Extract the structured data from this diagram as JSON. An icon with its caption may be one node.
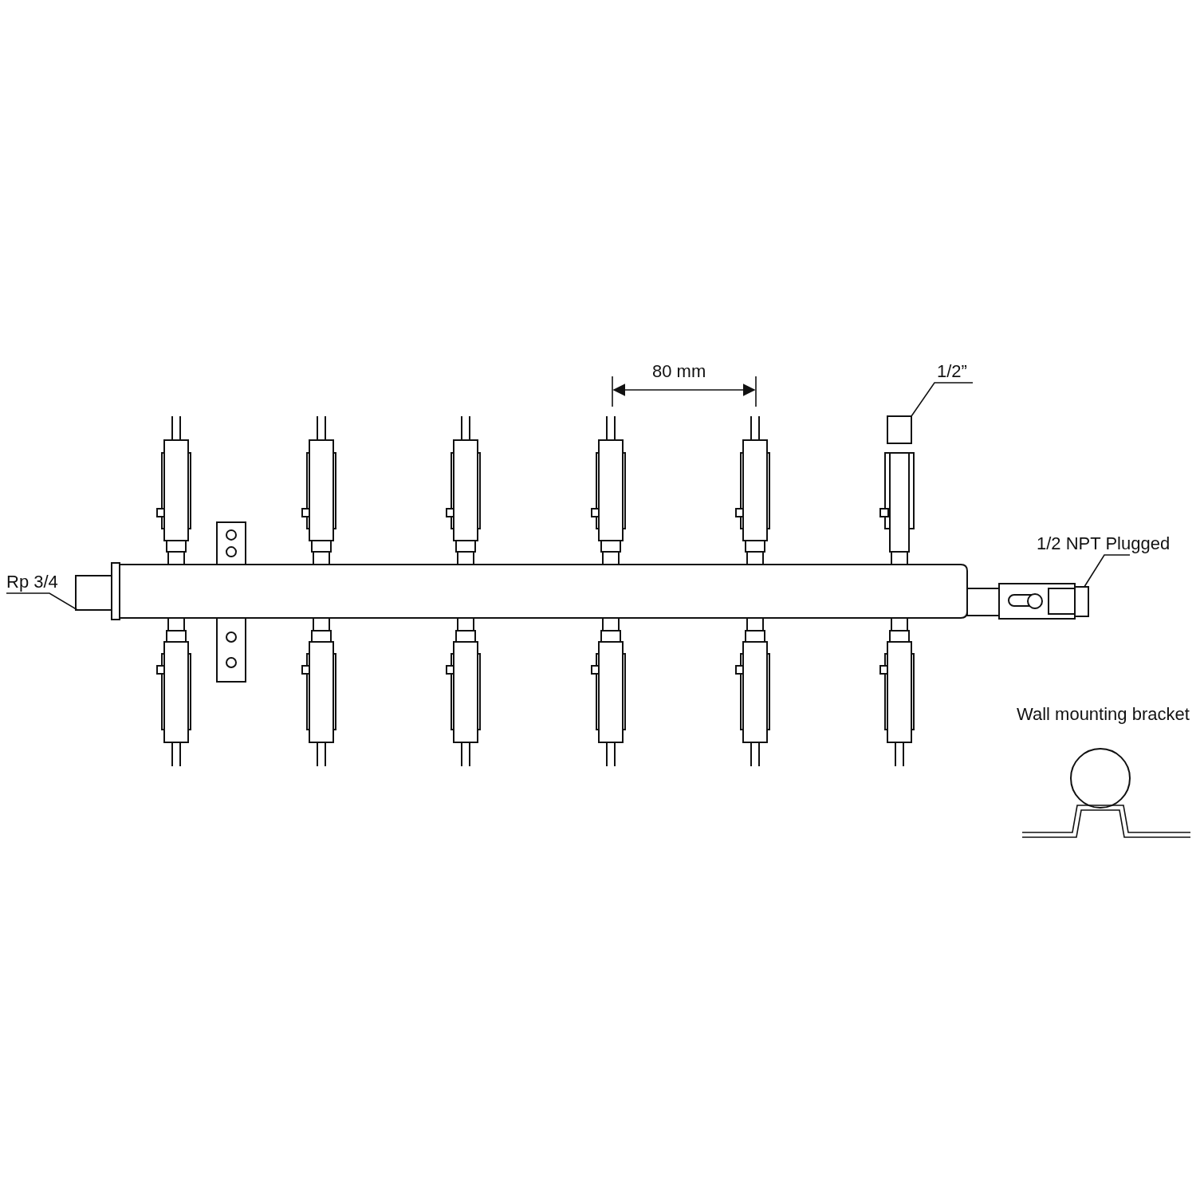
{
  "diagram": {
    "nodes": [
      {
        "text": [
          "Rp 3/4"
        ]
      },
      {
        "text": [],
        "shape": "box"
      },
      {
        "text": [
          "1/2”"
        ]
      },
      {
        "text": [],
        "shape": "box"
      },
      {
        "text": [
          "1/2 NPT Plugged"
        ]
      },
      {
        "text": [],
        "shape": "box"
      }
    ],
    "edges": [
      {
        "from": 0,
        "to": 1,
        "arrow": "none"
      },
      {
        "from": 2,
        "to": 3,
        "arrow": "none"
      },
      {
        "from": 4,
        "to": 5,
        "arrow": "none"
      }
    ],
    "labels": [
      "80 mm",
      "Wall mounting bracket"
    ]
  }
}
